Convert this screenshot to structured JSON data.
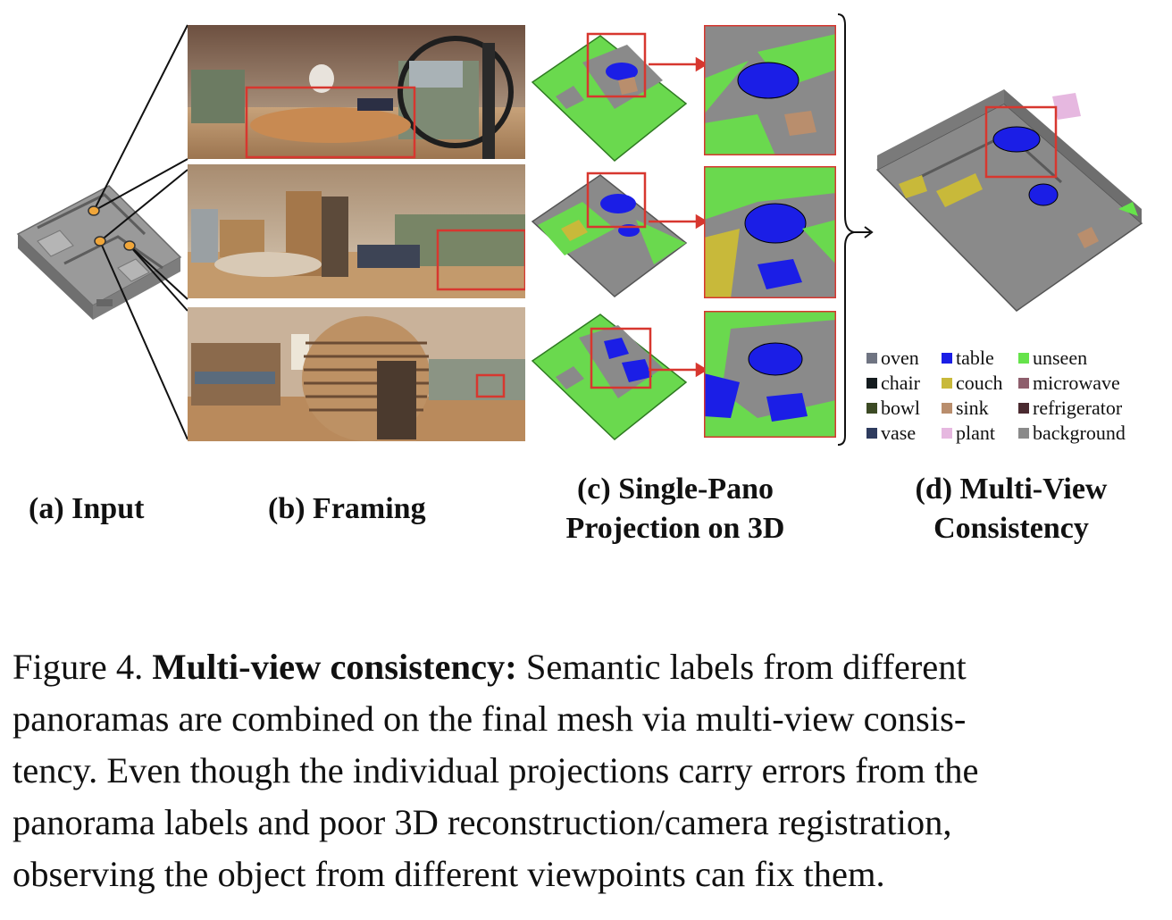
{
  "panel_labels": {
    "a": "(a) Input",
    "b": "(b) Framing",
    "c_line1": "(c) Single-Pano",
    "c_line2": "Projection on 3D",
    "d_line1": "(d) Multi-View",
    "d_line2": "Consistency"
  },
  "legend": [
    {
      "label": "oven",
      "color": "#6f7482"
    },
    {
      "label": "chair",
      "color": "#141b1e"
    },
    {
      "label": "bowl",
      "color": "#3c4a24"
    },
    {
      "label": "vase",
      "color": "#2e3b5e"
    },
    {
      "label": "table",
      "color": "#1b1ee6"
    },
    {
      "label": "couch",
      "color": "#c8b93a"
    },
    {
      "label": "sink",
      "color": "#b98e6d"
    },
    {
      "label": "plant",
      "color": "#e6b8e0"
    },
    {
      "label": "unseen",
      "color": "#66e34b"
    },
    {
      "label": "microwave",
      "color": "#8e5e6c"
    },
    {
      "label": "refrigerator",
      "color": "#4a2a30"
    },
    {
      "label": "background",
      "color": "#8a8a8a"
    }
  ],
  "caption": {
    "figure_number": "Figure 4.",
    "title": "Multi-view consistency:",
    "line1_rest": "Semantic labels from different",
    "line2": "panoramas are combined on the final mesh via multi-view consis-",
    "line3": "tency. Even though the individual projections carry errors from the",
    "line4": "panorama labels and poor 3D reconstruction/camera registration,",
    "line5": "observing the object from different viewpoints can fix them."
  },
  "colors": {
    "highlight_box": "#d7372f",
    "mesh_gray": "#8a8a8a",
    "unseen_green": "#66e34b",
    "table_blue": "#1b1ee6",
    "camera_marker": "#f0a63a"
  }
}
